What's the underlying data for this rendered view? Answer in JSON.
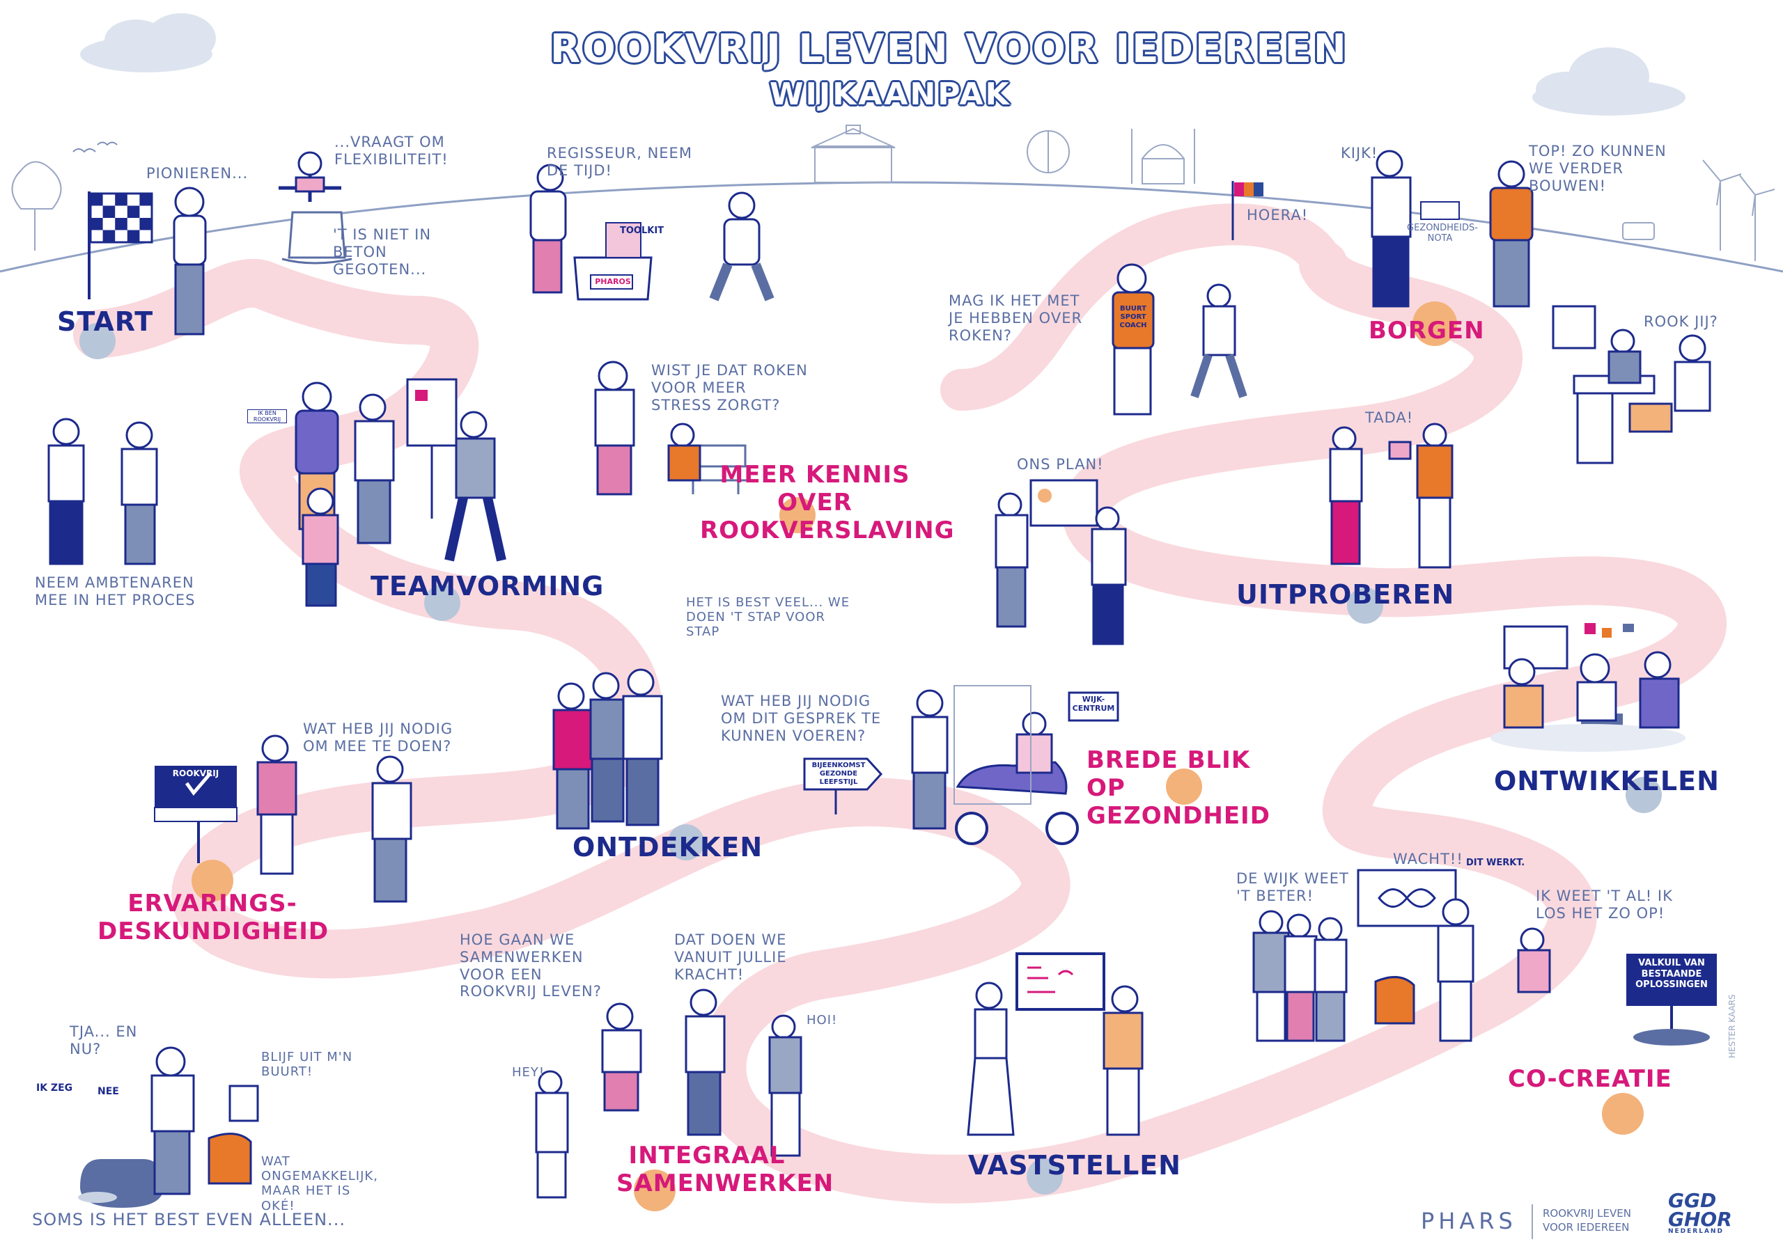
{
  "header": {
    "title": "ROOKVRIJ LEVEN VOOR IEDEREEN",
    "subtitle": "WIJKAANPAK"
  },
  "colors": {
    "path": "#f9d9de",
    "stage_blue": "#1c2a8c",
    "stage_pink": "#d6197a",
    "speech": "#5a6ea3",
    "orange": "#e8782a",
    "marker_grey": "#b8c6d9",
    "marker_orange": "#f3b27a"
  },
  "stages": {
    "start": "START",
    "teamvorming": "TEAMVORMING",
    "meer_kennis": "MEER KENNIS OVER ROOKVERSLAVING",
    "ontdekken": "ONTDEKKEN",
    "brede_blik": "BREDE BLIK OP GEZONDHEID",
    "ervaring": "ERVARINGS-DESKUNDIGHEID",
    "integraal": "INTEGRAAL SAMENWERKEN",
    "vaststellen": "VASTSTELLEN",
    "co_creatie": "CO-CREATIE",
    "ontwikkelen": "ONTWIKKELEN",
    "uitproberen": "UITPROBEREN",
    "borgen": "BORGEN"
  },
  "captions": {
    "pionieren": "PIONIEREN...",
    "vraagt": "...VRAAGT OM FLEXIBILITEIT!",
    "beton": "'T IS NIET IN BETON GEGOTEN...",
    "regisseur": "REGISSEUR, NEEM DE TIJD!",
    "wist_je": "WIST JE DAT ROKEN VOOR MEER STRESS ZORGT?",
    "mag_ik": "MAG IK HET MET JE HEBBEN OVER ROKEN?",
    "hoera": "HOERA!",
    "kijk": "KIJK!",
    "top": "TOP! ZO KUNNEN WE VERDER BOUWEN!",
    "rook_jij": "ROOK JIJ?",
    "ons_plan": "ONS PLAN!",
    "tada": "TADA!",
    "neem_ambtenaren": "NEEM AMBTENAREN MEE IN HET PROCES",
    "best_veel": "HET IS BEST VEEL... WE DOEN 'T STAP VOOR STAP",
    "nodig_gesprek": "WAT HEB JIJ NODIG OM DIT GESPREK TE KUNNEN VOEREN?",
    "nodig_meedoen": "WAT HEB JIJ NODIG OM MEE TE DOEN?",
    "wijk_weet": "DE WIJK WEET 'T BETER!",
    "wacht": "WACHT!!",
    "weet_al": "IK WEET 'T AL! IK LOS HET ZO OP!",
    "hoe_gaan": "HOE GAAN WE SAMENWERKEN VOOR EEN ROOKVRIJ LEVEN?",
    "kracht": "DAT DOEN WE VANUIT JULLIE KRACHT!",
    "hey": "HEY!",
    "hoi": "HOI!",
    "tja": "TJA... EN NU?",
    "blijf": "BLIJF UIT M'N BUURT!",
    "ongemakkelijk": "WAT ONGEMAKKELIJK, MAAR HET IS OKÉ!",
    "soms": "SOMS IS HET BEST EVEN ALLEEN...",
    "ik_zeg": "IK ZEG",
    "nee": "NEE"
  },
  "signs": {
    "toolkit": "TOOLKIT",
    "pharos_box": "PHAROS",
    "sport_coach": "BUURT SPORT COACH",
    "gezondheidsnota": "GEZONDHEIDS-NOTA",
    "bijeenkomst": "BIJEENKOMST GEZONDE LEEFSTIJL",
    "wijk_centrum": "WIJK-CENTRUM",
    "rookvrij": "ROOKVRIJ",
    "dit_werkt": "DIT WERKT.",
    "valkuil": "VALKUIL VAN BESTAANDE OPLOSSINGEN",
    "ik_ben_rookvrij": "IK BEN ROOKVRIJ",
    "artist": "HESTER KAARS"
  },
  "footer": {
    "pharos": "PHARS",
    "program_line1": "ROOKVRIJ LEVEN",
    "program_line2": "VOOR IEDEREEN",
    "ggd": "GGD",
    "ghor": "GHOR",
    "nederland": "NEDERLAND"
  }
}
